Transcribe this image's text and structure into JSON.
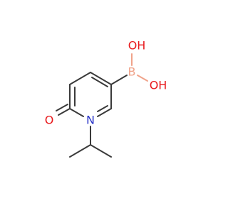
{
  "molecule": {
    "atoms": {
      "boron": {
        "label": "B",
        "color": "#f0a38a"
      },
      "hydroxyl_top": {
        "label": "OH",
        "color": "#e8191c"
      },
      "hydroxyl_right": {
        "label": "OH",
        "color": "#e8191c"
      },
      "carbonyl_oxygen": {
        "label": "O",
        "color": "#e8191c"
      },
      "ring_nitrogen": {
        "label": "N",
        "color": "#2a35c8"
      }
    },
    "bond_color": "#3a3a3a"
  }
}
